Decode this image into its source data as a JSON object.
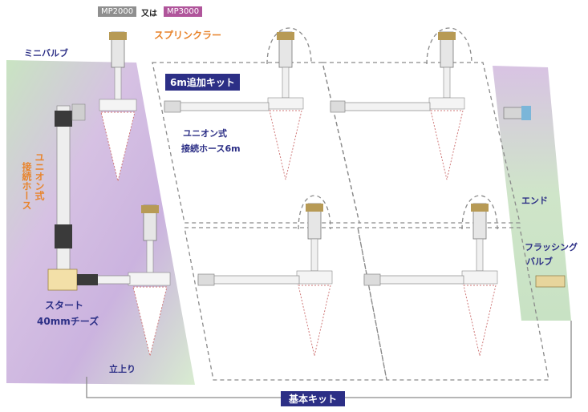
{
  "top": {
    "model_a": "MP2000",
    "or": "又は",
    "model_b": "MP3000",
    "sprinkler": "スプリンクラー",
    "mini_valve": "ミニバルブ"
  },
  "kit6m": {
    "title": "6m追加キット",
    "hose_line1": "ユニオン式",
    "hose_line2": "接続ホース6m"
  },
  "left": {
    "union_hose_col1": "ユニオン式",
    "union_hose_col2": "接続ホース",
    "start_line1": "スタート",
    "start_line2": "40mmチーズ",
    "riser": "立上り"
  },
  "right": {
    "end": "エンド",
    "flush_line1": "フラッシング",
    "flush_line2": "バルブ"
  },
  "bottom": {
    "basic_kit": "基本キット"
  },
  "colors": {
    "navy": "#2c2f86",
    "orange": "#e8842c",
    "gray_badge": "#8f8f8f",
    "magenta_badge": "#b0559b",
    "lavender": "#cdb3de",
    "mint": "#cfe6c8"
  }
}
